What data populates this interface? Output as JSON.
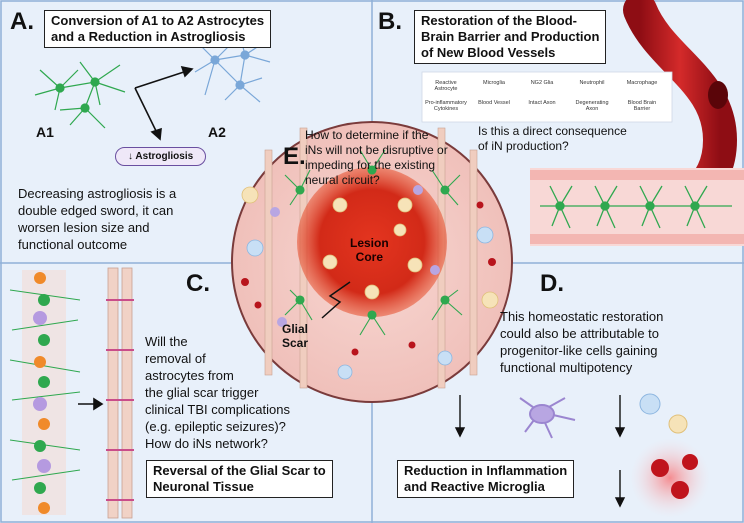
{
  "panels": {
    "A": {
      "letter": "A.",
      "title_line1": "Conversion of A1 to A2 Astrocytes",
      "title_line2": "and a Reduction in Astrogliosis",
      "label_a1": "A1",
      "label_a2": "A2",
      "pill": "↓ Astrogliosis",
      "text_line1": "Decreasing astrogliosis is a",
      "text_line2": "double edged sword, it can",
      "text_line3": "worsen lesion size and",
      "text_line4": "functional outcome"
    },
    "B": {
      "letter": "B.",
      "title_line1": "Restoration of the Blood-",
      "title_line2": "Brain Barrier and Production",
      "title_line3": "of New Blood Vessels",
      "question_line1": "Is this a direct consequence",
      "question_line2": "of iN production?",
      "legend": [
        "Reactive Astrocyte",
        "Microglia",
        "NG2 Glia",
        "Neutrophil",
        "Macrophage",
        "Pro-inflammatory Cytokines",
        "Blood Vessel",
        "Intact Axon",
        "Degenerating Axon",
        "Blood Brain Barrier"
      ]
    },
    "C": {
      "letter": "C.",
      "text_line1": "Will the",
      "text_line2": "removal of",
      "text_line3": "astrocytes from",
      "text_line4": "the glial scar trigger",
      "text_line5": "clinical TBI complications",
      "text_line6": "(e.g. epileptic seizures)?",
      "text_line7": "How do iNs network?",
      "title_line1": "Reversal of the Glial Scar to",
      "title_line2": "Neuronal Tissue"
    },
    "D": {
      "letter": "D.",
      "text_line1": "This homeostatic restoration",
      "text_line2": "could also be attributable to",
      "text_line3": "progenitor-like cells gaining",
      "text_line4": "functional multipotency",
      "title_line1": "Reduction in Inflammation",
      "title_line2": "and Reactive Microglia"
    },
    "E": {
      "letter": "E.",
      "question_line1": "How to determine if the",
      "question_line2": "iNs will not be disruptive or",
      "question_line3": "impeding for the existing",
      "question_line4": "neural circuit?",
      "core_line1": "Lesion",
      "core_line2": "Core",
      "scar_line1": "Glial",
      "scar_line2": "Scar"
    }
  },
  "colors": {
    "panel_bg": "#e8f0fa",
    "panel_border": "#8fb0d8",
    "lesion_core": "#d42a1a",
    "tissue": "#f3c9c4",
    "astrocyte_green": "#2fa84f",
    "astrocyte_blue": "#7aa7d8",
    "blood_vessel": "#b8141c"
  }
}
